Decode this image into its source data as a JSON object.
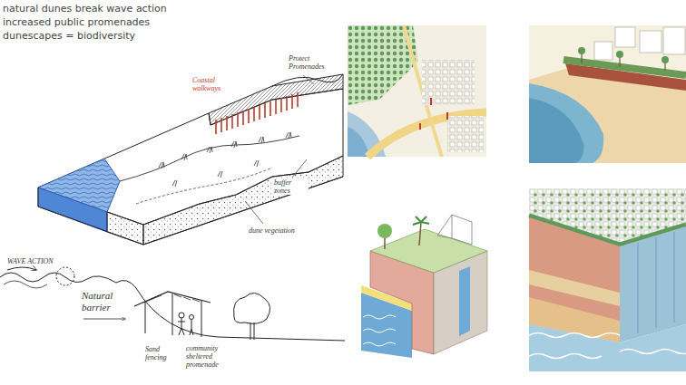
{
  "diagram": {
    "labels": [
      "natural dunes break wave action",
      "increased public promenades",
      "dunescapes = biodiversity",
      "Protect Promenades",
      "Coastal walkways",
      "buffer zones",
      "dune vegetation",
      "WAVE ACTION",
      "Natural barrier",
      "Sand fencing",
      "community sheltered promenade"
    ]
  }
}
